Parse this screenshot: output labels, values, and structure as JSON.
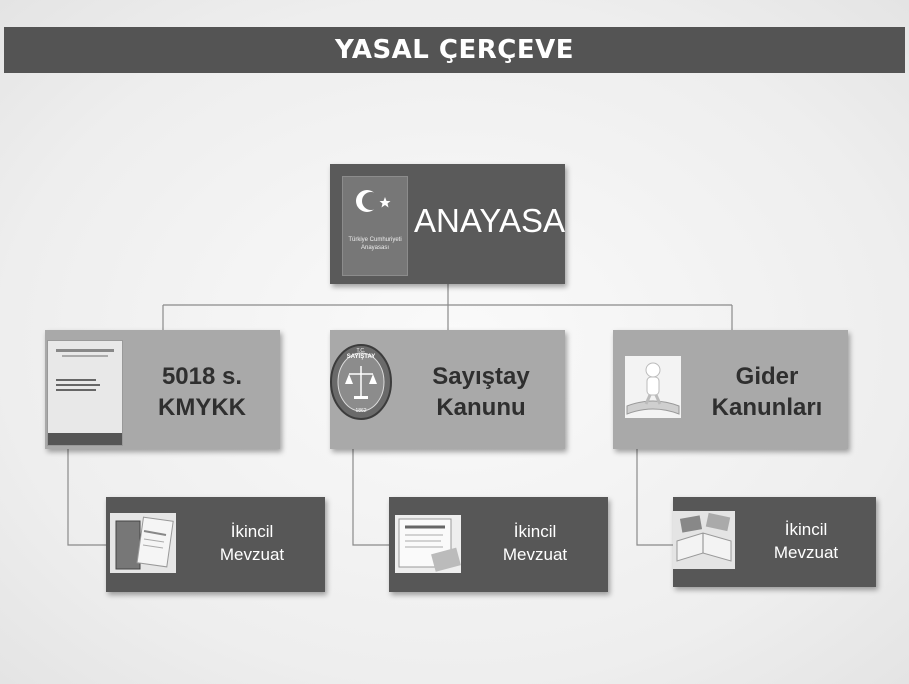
{
  "title": "YASAL ÇERÇEVE",
  "root": {
    "label": "ANAYASA",
    "book_text_line1": "Türkiye Cumhuriyeti",
    "book_text_line2": "Anayasası"
  },
  "level2": [
    {
      "line1": "5018 s.",
      "line2": "KMYKK",
      "image": "law-document-cover"
    },
    {
      "line1": "Sayıştay",
      "line2": "Kanunu",
      "image": "sayistay-seal",
      "seal_top": "T.C.",
      "seal_text": "SAYIŞTAY",
      "seal_year": "1862"
    },
    {
      "line1": "Gider",
      "line2": "Kanunları",
      "image": "figure-on-book"
    }
  ],
  "level3": [
    {
      "line1": "İkincil",
      "line2": "Mevzuat",
      "image": "resmi-gazete-book"
    },
    {
      "line1": "İkincil",
      "line2": "Mevzuat",
      "image": "resmi-gazete-paper"
    },
    {
      "line1": "İkincil",
      "line2": "Mevzuat",
      "image": "open-books"
    }
  ],
  "colors": {
    "title_bar": "#545454",
    "root_box": "#5a5a5a",
    "level2_box": "#a9a9a9",
    "level3_box": "#575757"
  }
}
